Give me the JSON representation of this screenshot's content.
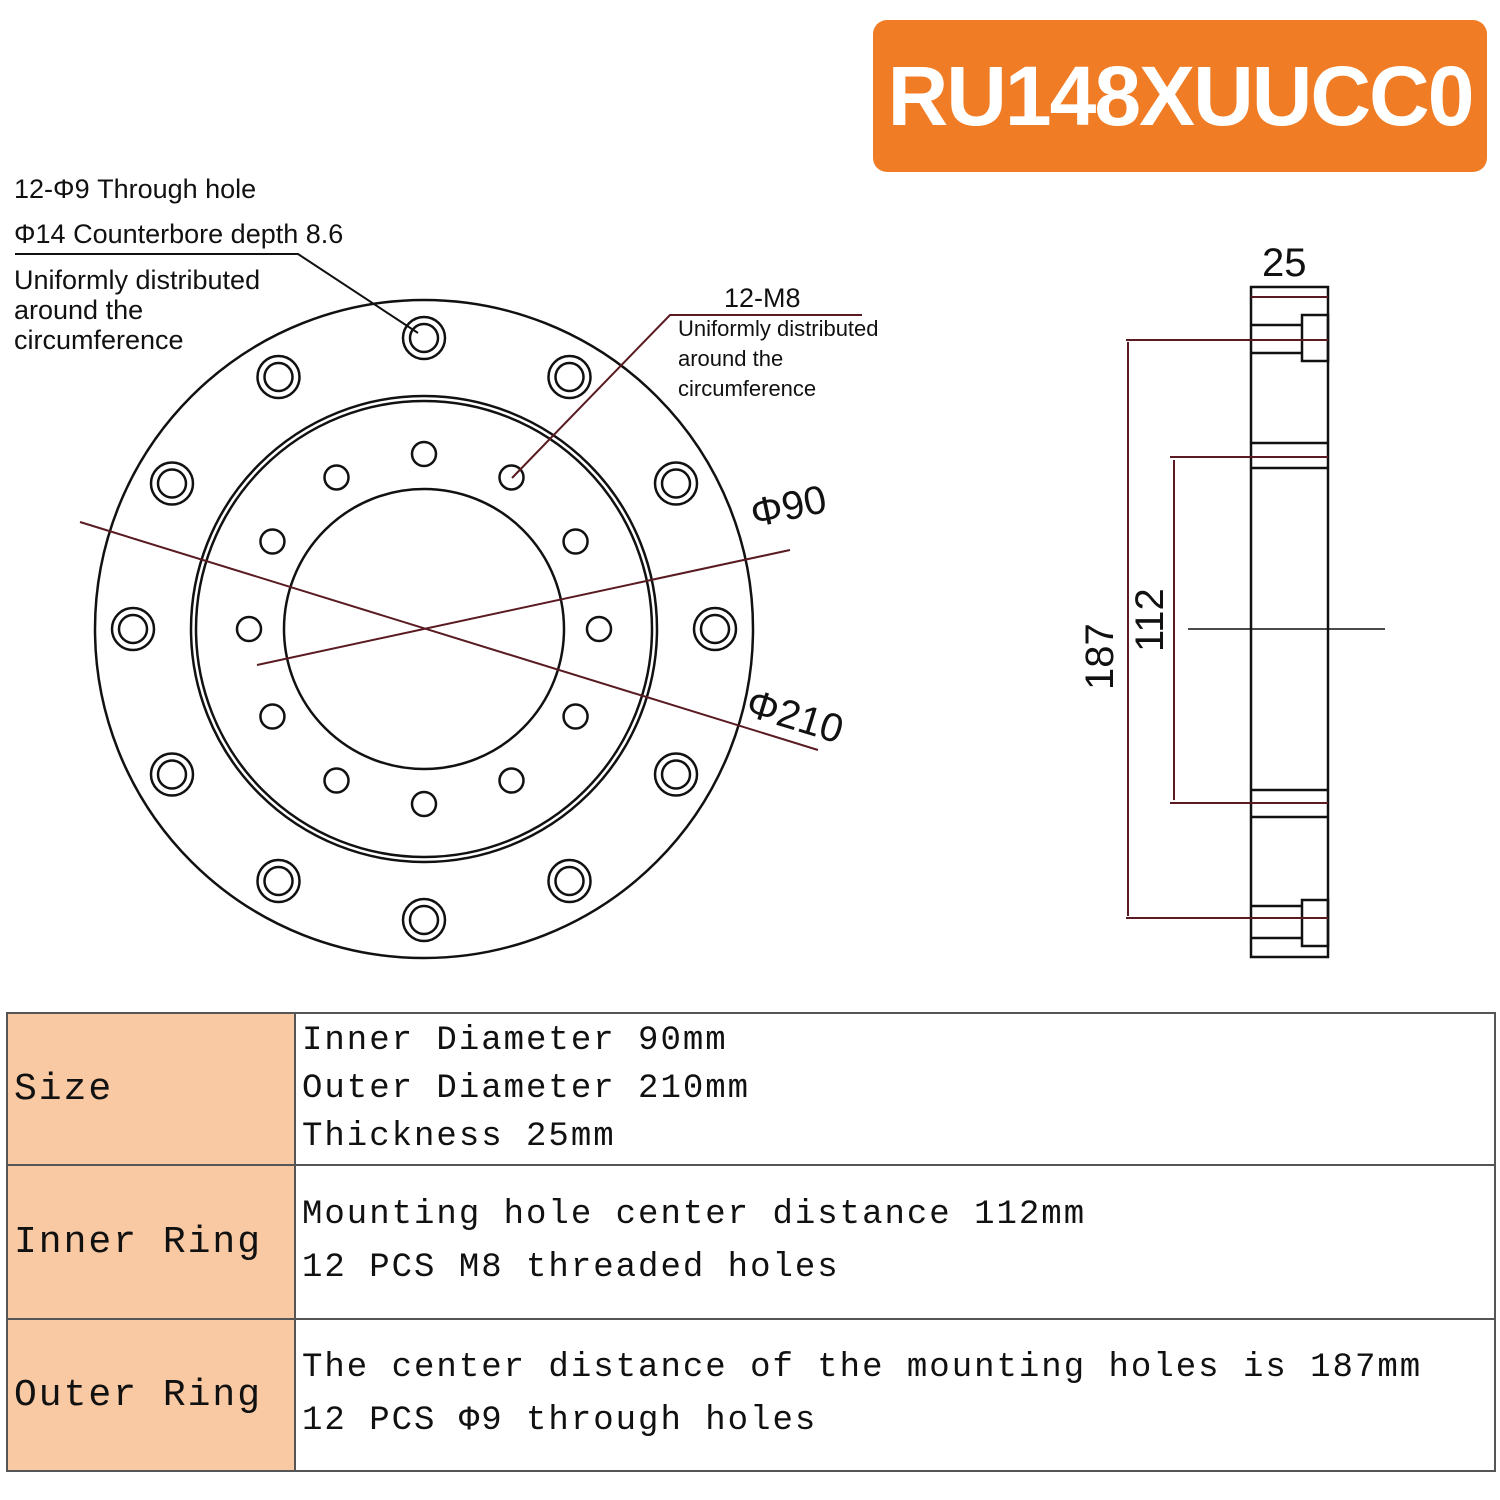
{
  "title": "RU148XUUCC0",
  "colors": {
    "badge": "#f07c25",
    "label_cell": "#f8c9a3",
    "dimension_line": "#7a1f2a"
  },
  "front_view": {
    "outer_note": [
      "12-Φ9 Through hole",
      "Φ14 Counterbore depth 8.6",
      "Uniformly distributed",
      "around the",
      "circumference"
    ],
    "inner_note": [
      "12-M8",
      "Uniformly distributed",
      "around the",
      "circumference"
    ],
    "dim_inner": "Φ90",
    "dim_outer": "Φ210"
  },
  "side_view": {
    "thickness": "25",
    "outer_pcd": "187",
    "inner_pcd": "112"
  },
  "table": [
    {
      "label": "Size",
      "lines": [
        "Inner Diameter 90mm",
        "Outer Diameter 210mm",
        "Thickness 25mm"
      ]
    },
    {
      "label": "Inner Ring",
      "lines": [
        "Mounting hole center distance 112mm",
        "12 PCS M8 threaded holes"
      ]
    },
    {
      "label": "Outer Ring",
      "lines": [
        "The center distance of the mounting holes is 187mm",
        "12 PCS  Φ9 through holes"
      ]
    }
  ]
}
